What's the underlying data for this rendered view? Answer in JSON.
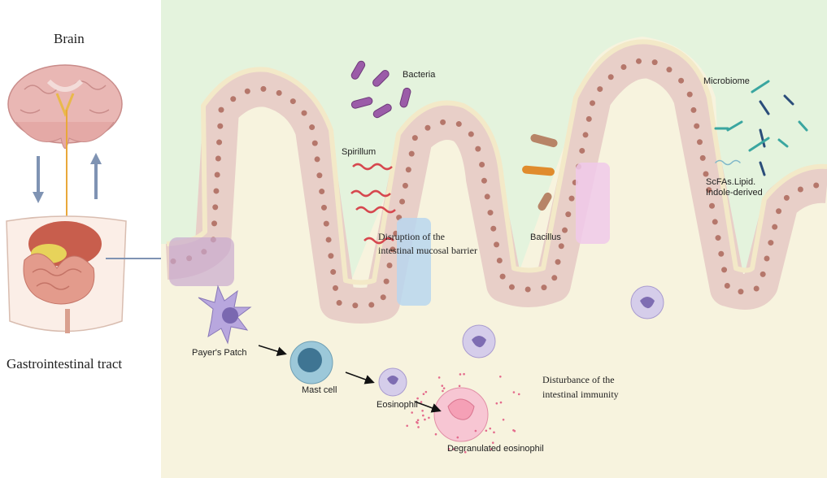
{
  "left_panel": {
    "brain_label": "Brain",
    "gi_label": "Gastrointestinal tract"
  },
  "intestine": {
    "labels": {
      "bacteria": "Bacteria",
      "spirillum": "Spirillum",
      "barrier_line1": "Disruption of the",
      "barrier_line2": "intestinal mucosal barrier",
      "bacillus": "Bacillus",
      "microbiome": "Microbiome",
      "metabolites_line1": "ScFAs.Lipid.",
      "metabolites_line2": "Indole-derived"
    }
  },
  "immune": {
    "labels": {
      "payers_patch": "Payer's Patch",
      "mast_cell": "Mast cell",
      "eosinophil": "Eosinophil",
      "degranulated": "Degranulated eosinophil",
      "immunity_line1": "Disturbance of the",
      "immunity_line2": "intestinal immunity"
    }
  },
  "colors": {
    "lumen": "#e4f3dd",
    "lamina": "#f7f3de",
    "epithelium": "#e8cfc8",
    "nucleus": "#b5776b",
    "brush_border": "#f3e9c8",
    "arrow": "#7f93b3",
    "bacteria": "#9b5ca8",
    "spirillum": "#d6474e",
    "microbiome": "#3aa6a0"
  }
}
